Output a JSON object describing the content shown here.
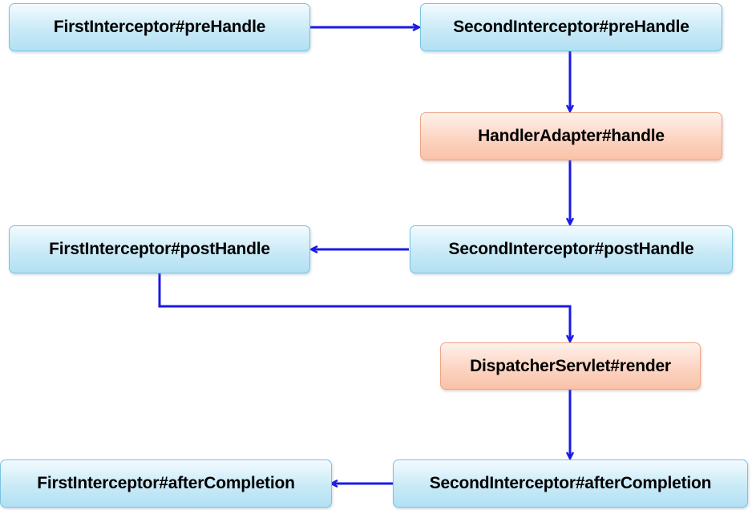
{
  "nodes": {
    "first_prehandle": "FirstInterceptor#preHandle",
    "second_prehandle": "SecondInterceptor#preHandle",
    "handler_adapter": "HandlerAdapter#handle",
    "second_posthandle": "SecondInterceptor#postHandle",
    "first_posthandle": "FirstInterceptor#postHandle",
    "dispatcher_render": "DispatcherServlet#render",
    "second_aftercompletion": "SecondInterceptor#afterCompletion",
    "first_aftercompletion": "FirstInterceptor#afterCompletion"
  },
  "colors": {
    "arrow": "#1a1ae6",
    "interceptor_fill": "#c9eaf7",
    "interceptor_border": "#79c3e0",
    "framework_fill": "#fcd4c2",
    "framework_border": "#eea687"
  }
}
